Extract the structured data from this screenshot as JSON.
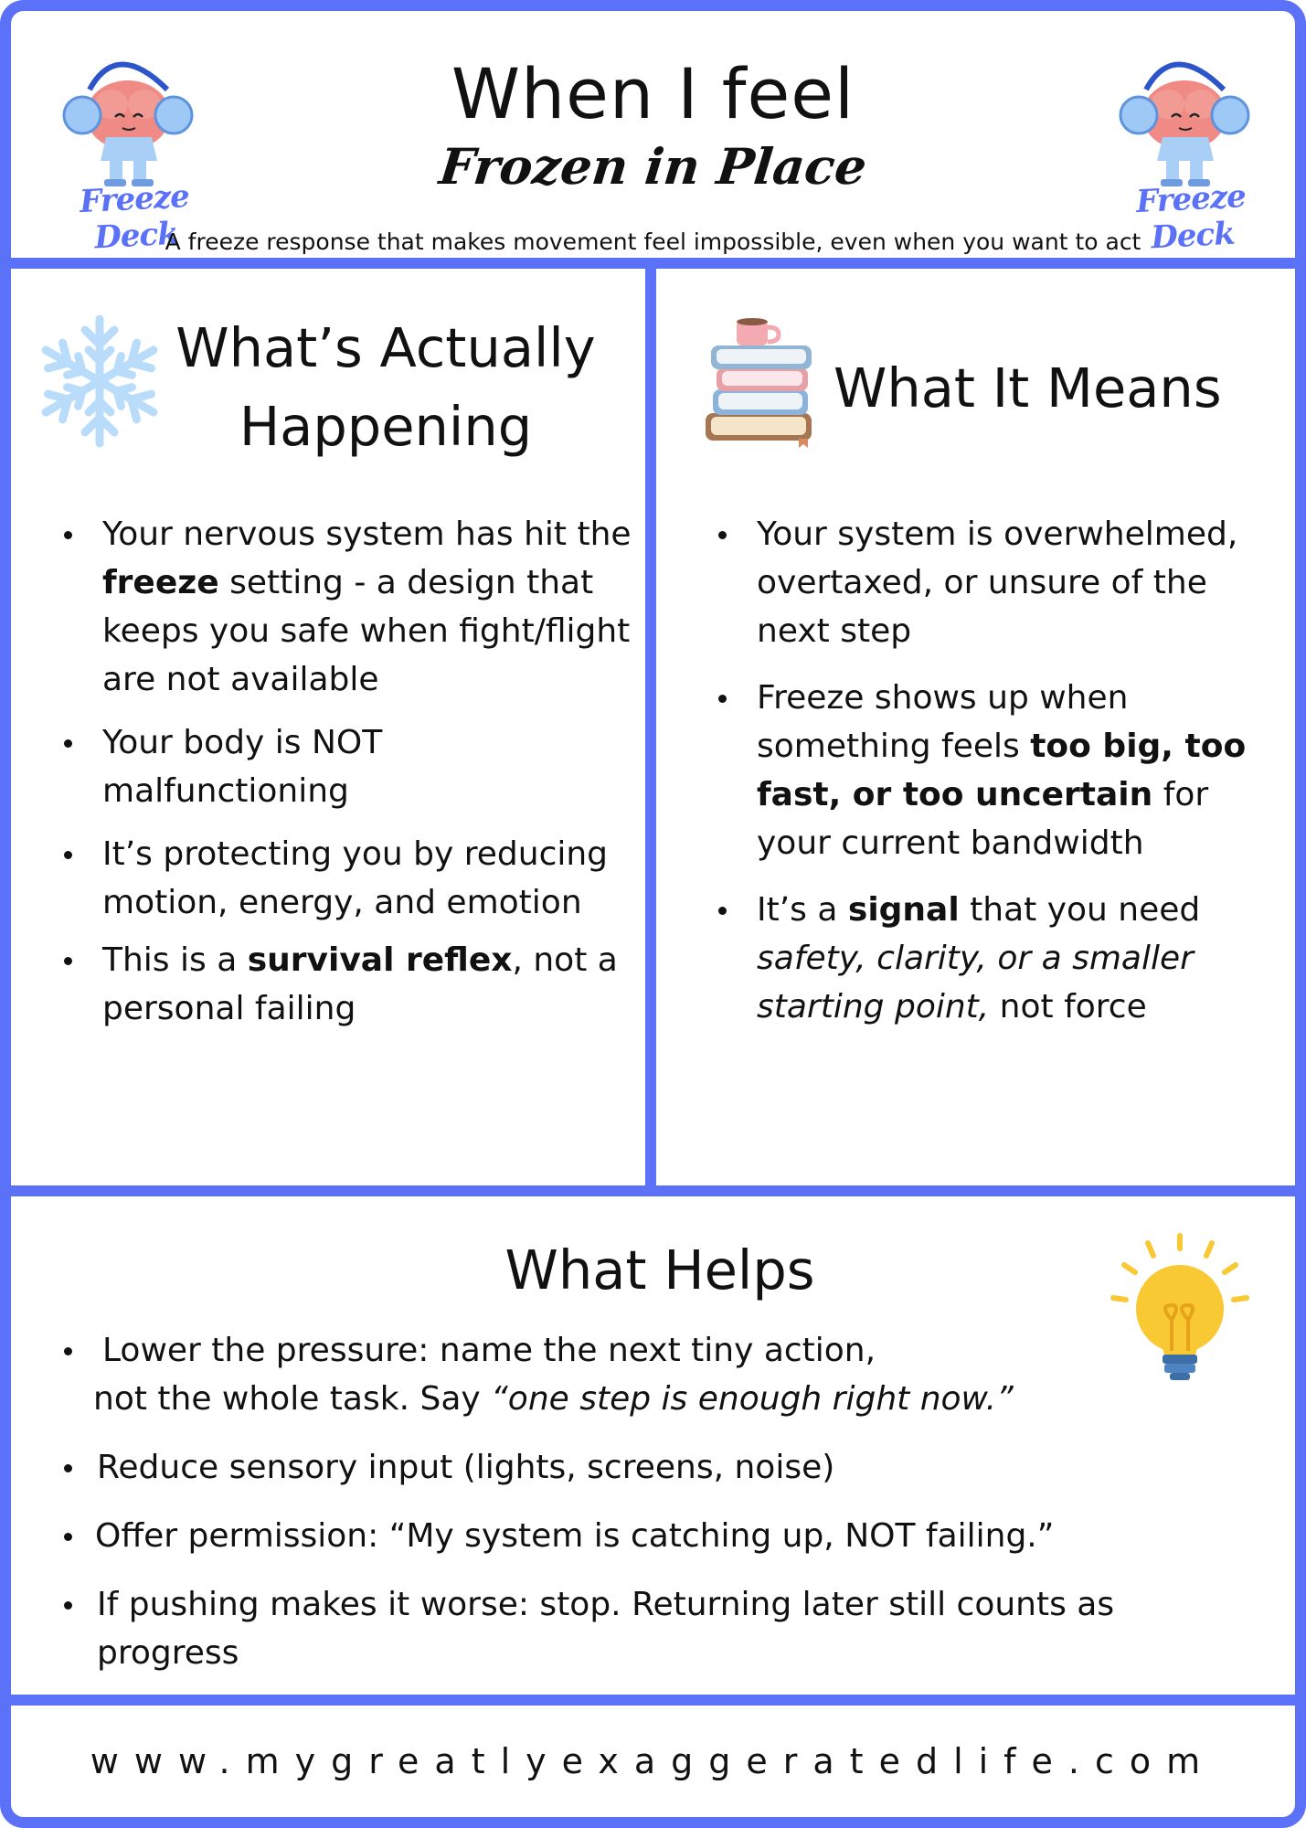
{
  "header": {
    "title": "When I feel",
    "subtitle": "Frozen in Place",
    "description": "A freeze response that makes movement feel impossible, even when you want to act",
    "logo_text": "Freeze Deck"
  },
  "happening": {
    "heading_line1": "What’s Actually",
    "heading_line2": "Happening",
    "b1_pre": "Your nervous system has hit the ",
    "b1_bold": "freeze",
    "b1_post": " setting - a design that keeps you safe when fight/flight are not available",
    "b2": "Your body is NOT malfunctioning",
    "b3": "It’s protecting you by reducing motion, energy, and emotion",
    "b4_pre": "This is a ",
    "b4_bold": "survival reflex",
    "b4_post": ", not a personal failing"
  },
  "means": {
    "heading": "What It Means",
    "b1": "Your system is overwhelmed, overtaxed, or unsure of the next step",
    "b2_pre": "Freeze shows up when something feels ",
    "b2_bold": "too big, too fast, or too uncertain",
    "b2_post": " for your current bandwidth",
    "b3_pre": "It’s a ",
    "b3_bold": "signal",
    "b3_mid": " that you need ",
    "b3_italic": "safety, clarity, or a smaller starting point,",
    "b3_post": " not force"
  },
  "helps": {
    "heading": "What Helps",
    "b1_line1": "Lower the pressure:  name the next tiny action,",
    "b1_line2_pre": "not the whole task.  Say ",
    "b1_italic": "“one step is enough right now.”",
    "b2": "Reduce sensory input (lights, screens, noise)",
    "b3": "Offer permission:  “My system is catching up, NOT failing.”",
    "b4": "If pushing makes it worse: stop.  Returning later still counts as progress"
  },
  "footer": {
    "url": "www.mygreatlyexaggeratedlife.com"
  },
  "colors": {
    "border": "#5b72f8",
    "snowflake": "#b9dcfb",
    "bulb": "#f9c934"
  }
}
